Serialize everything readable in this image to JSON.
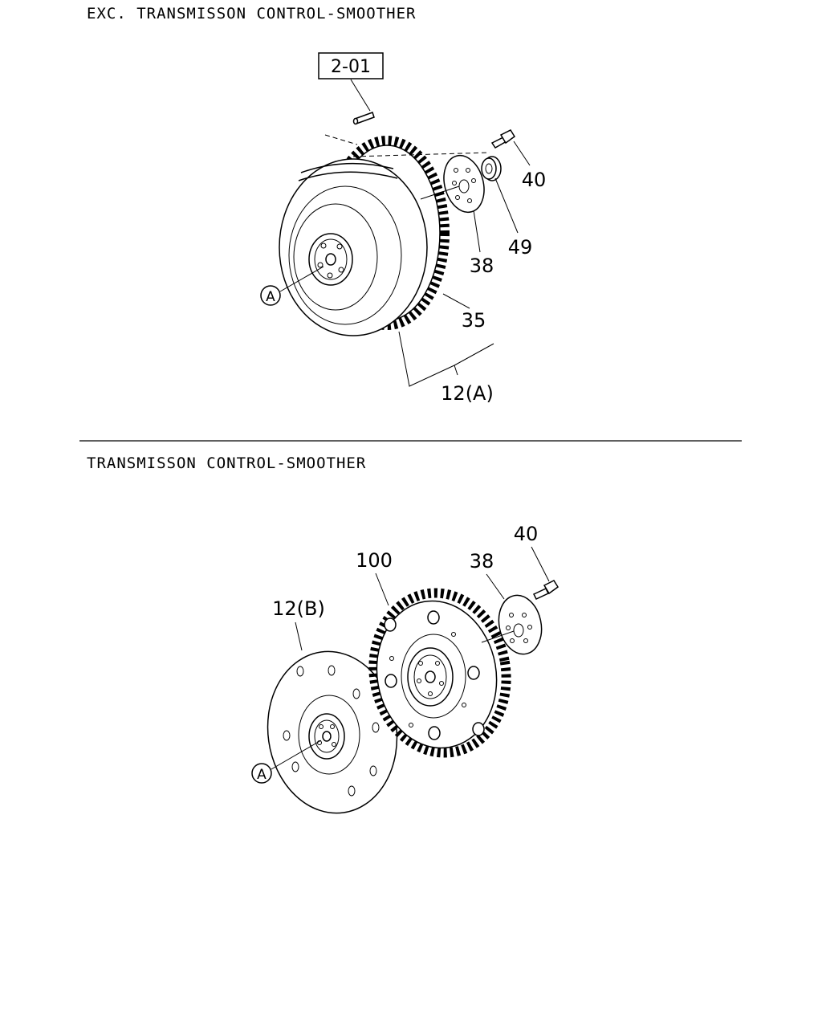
{
  "section_top": {
    "heading": "EXC. TRANSMISSON CONTROL-SMOOTHER",
    "ref_box": "2-01",
    "callouts": {
      "p40": "40",
      "p49": "49",
      "p38": "38",
      "p35": "35",
      "p12a": "12(A)",
      "circleA": "A"
    }
  },
  "section_bottom": {
    "heading": "TRANSMISSON CONTROL-SMOOTHER",
    "callouts": {
      "p40": "40",
      "p38": "38",
      "p100": "100",
      "p12b": "12(B)",
      "circleA": "A"
    }
  }
}
